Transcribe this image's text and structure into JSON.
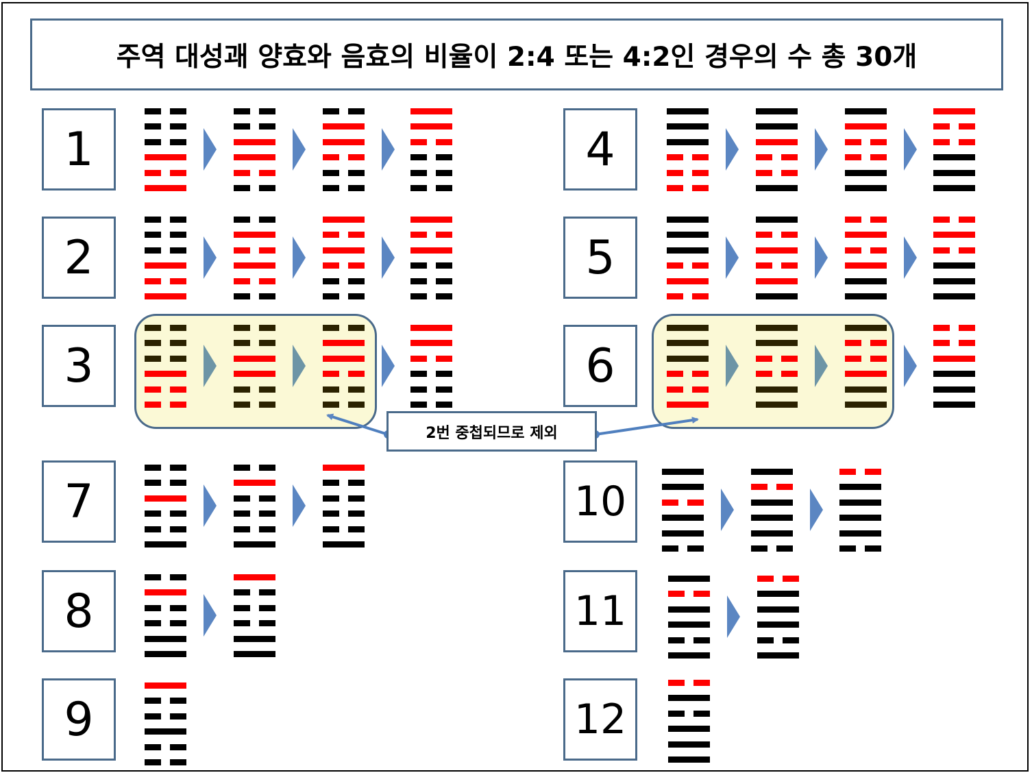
{
  "title": "주역 대성괘 양효와 음효의 비율이 2:4 또는 4:2인 경우의 수 총 30개",
  "callout": "2번 중첩되므로 제외",
  "colors": {
    "line_default": "#000000",
    "line_changed": "#ff0000",
    "line_highlight": "#2b2200",
    "arrow": "#5b86c2",
    "box_border": "#4a6a8a",
    "highlight_fill": "#fbf9d6"
  },
  "groups": [
    {
      "label": "1",
      "highlight_count": 0,
      "hexagrams": [
        [
          "yin",
          "yin",
          "yin",
          "yang",
          "yin",
          "yang"
        ],
        [
          "yin",
          "yin",
          "yang",
          "yang",
          "yin",
          "yin"
        ],
        [
          "yin",
          "yang",
          "yang",
          "yin",
          "yin",
          "yin"
        ],
        [
          "yang",
          "yang",
          "yin",
          "yin",
          "yin",
          "yin"
        ]
      ],
      "changed": [
        [
          3,
          4,
          5
        ],
        [
          2,
          3,
          4
        ],
        [
          1,
          2,
          3
        ],
        [
          0,
          1,
          2
        ]
      ]
    },
    {
      "label": "2",
      "highlight_count": 0,
      "hexagrams": [
        [
          "yin",
          "yin",
          "yin",
          "yang",
          "yin",
          "yang"
        ],
        [
          "yin",
          "yang",
          "yin",
          "yang",
          "yin",
          "yin"
        ],
        [
          "yang",
          "yin",
          "yang",
          "yin",
          "yin",
          "yin"
        ],
        [
          "yang",
          "yin",
          "yang",
          "yin",
          "yin",
          "yin"
        ]
      ],
      "changed": [
        [
          3,
          4,
          5
        ],
        [
          1,
          2,
          3,
          4
        ],
        [
          0,
          1,
          2,
          3
        ],
        [
          0,
          1,
          2
        ]
      ]
    },
    {
      "label": "3",
      "highlight_count": 3,
      "hexagrams": [
        [
          "yin",
          "yin",
          "yin",
          "yang",
          "yin",
          "yin"
        ],
        [
          "yin",
          "yin",
          "yang",
          "yang",
          "yin",
          "yin"
        ],
        [
          "yin",
          "yang",
          "yang",
          "yin",
          "yin",
          "yin"
        ],
        [
          "yang",
          "yang",
          "yin",
          "yin",
          "yin",
          "yin"
        ]
      ],
      "changed": [
        [
          3,
          4,
          5
        ],
        [
          2,
          3
        ],
        [
          1,
          2,
          3
        ],
        [
          0,
          1,
          2
        ]
      ]
    },
    {
      "label": "4",
      "highlight_count": 0,
      "hexagrams": [
        [
          "yang",
          "yang",
          "yang",
          "yin",
          "yin",
          "yin"
        ],
        [
          "yang",
          "yang",
          "yang",
          "yin",
          "yin",
          "yang"
        ],
        [
          "yang",
          "yang",
          "yin",
          "yin",
          "yang",
          "yang"
        ],
        [
          "yang",
          "yin",
          "yin",
          "yang",
          "yang",
          "yang"
        ]
      ],
      "changed": [
        [
          3,
          4,
          5
        ],
        [
          2,
          3,
          4
        ],
        [
          1,
          2,
          3
        ],
        [
          0,
          1,
          2
        ]
      ]
    },
    {
      "label": "5",
      "highlight_count": 0,
      "hexagrams": [
        [
          "yang",
          "yang",
          "yang",
          "yin",
          "yang",
          "yin"
        ],
        [
          "yang",
          "yin",
          "yang",
          "yin",
          "yang",
          "yang"
        ],
        [
          "yin",
          "yang",
          "yin",
          "yang",
          "yang",
          "yang"
        ],
        [
          "yin",
          "yang",
          "yin",
          "yang",
          "yang",
          "yang"
        ]
      ],
      "changed": [
        [
          3,
          4,
          5
        ],
        [
          1,
          2,
          3,
          4
        ],
        [
          0,
          1,
          2,
          3
        ],
        [
          0,
          1,
          2
        ]
      ]
    },
    {
      "label": "6",
      "highlight_count": 3,
      "hexagrams": [
        [
          "yang",
          "yang",
          "yang",
          "yin",
          "yin",
          "yang"
        ],
        [
          "yang",
          "yang",
          "yin",
          "yin",
          "yang",
          "yang"
        ],
        [
          "yang",
          "yin",
          "yin",
          "yang",
          "yang",
          "yang"
        ],
        [
          "yin",
          "yin",
          "yang",
          "yang",
          "yang",
          "yang"
        ]
      ],
      "changed": [
        [
          3,
          4,
          5
        ],
        [
          2,
          3
        ],
        [
          1,
          2,
          3
        ],
        [
          0,
          1,
          2
        ]
      ]
    },
    {
      "label": "7",
      "highlight_count": 0,
      "hexagrams": [
        [
          "yin",
          "yin",
          "yang",
          "yin",
          "yin",
          "yang"
        ],
        [
          "yin",
          "yang",
          "yin",
          "yin",
          "yin",
          "yang"
        ],
        [
          "yang",
          "yin",
          "yin",
          "yin",
          "yin",
          "yang"
        ]
      ],
      "changed": [
        [
          2
        ],
        [
          1
        ],
        [
          0
        ]
      ]
    },
    {
      "label": "8",
      "highlight_count": 0,
      "hexagrams": [
        [
          "yin",
          "yang",
          "yin",
          "yin",
          "yang",
          "yang"
        ],
        [
          "yang",
          "yin",
          "yin",
          "yin",
          "yang",
          "yang"
        ]
      ],
      "changed": [
        [
          1
        ],
        [
          0
        ]
      ]
    },
    {
      "label": "9",
      "highlight_count": 0,
      "hexagrams": [
        [
          "yang",
          "yin",
          "yin",
          "yang",
          "yin",
          "yin"
        ]
      ],
      "changed": [
        [
          0
        ]
      ]
    },
    {
      "label": "10",
      "highlight_count": 0,
      "hexagrams": [
        [
          "yang",
          "yang",
          "yin",
          "yang",
          "yang",
          "yin"
        ],
        [
          "yang",
          "yin",
          "yang",
          "yang",
          "yang",
          "yin"
        ],
        [
          "yin",
          "yang",
          "yang",
          "yang",
          "yang",
          "yin"
        ]
      ],
      "changed": [
        [
          2
        ],
        [
          1
        ],
        [
          0
        ]
      ]
    },
    {
      "label": "11",
      "highlight_count": 0,
      "hexagrams": [
        [
          "yang",
          "yin",
          "yang",
          "yang",
          "yin",
          "yang"
        ],
        [
          "yin",
          "yang",
          "yang",
          "yang",
          "yin",
          "yang"
        ]
      ],
      "changed": [
        [
          1
        ],
        [
          0
        ]
      ]
    },
    {
      "label": "12",
      "highlight_count": 0,
      "hexagrams": [
        [
          "yin",
          "yang",
          "yin",
          "yang",
          "yang",
          "yang"
        ]
      ],
      "changed": [
        [
          0
        ]
      ]
    }
  ]
}
